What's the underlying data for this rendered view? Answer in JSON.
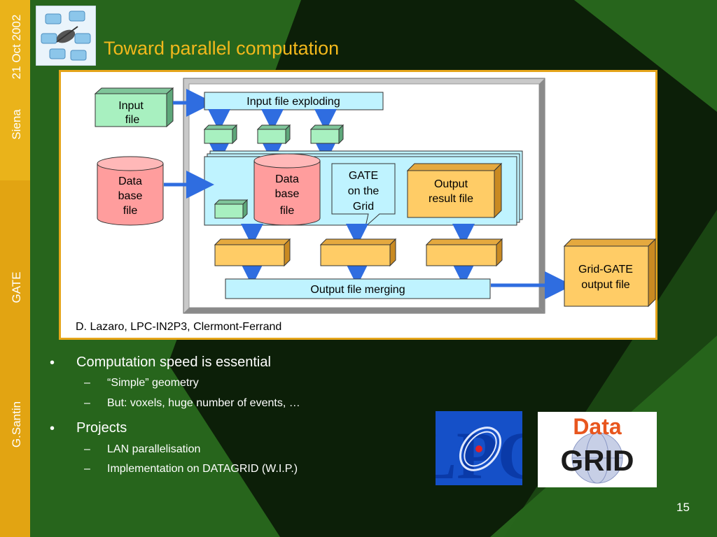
{
  "sidebar": {
    "date": "21 Oct  2002",
    "place": "Siena",
    "topic": "GATE",
    "author": "G.Santin"
  },
  "title": "Toward parallel computation",
  "diagram": {
    "input_file": [
      "Input",
      "file"
    ],
    "input_exploding": "Input file exploding",
    "database_left": [
      "Data",
      "base",
      "file"
    ],
    "database_center": [
      "Data",
      "base",
      "file"
    ],
    "gate_grid": [
      "GATE",
      "on the",
      "Grid"
    ],
    "output_result": [
      "Output",
      "result file"
    ],
    "output_merging": "Output file merging",
    "grid_gate_output": [
      "Grid-GATE",
      "output file"
    ],
    "credit": "D. Lazaro, LPC-IN2P3, Clermont-Ferrand"
  },
  "bullets": [
    {
      "text": "Computation speed is essential",
      "sub": [
        "“Simple” geometry",
        "But: voxels, huge number of events, …"
      ]
    },
    {
      "text": "Projects",
      "sub": [
        "LAN parallelisation",
        "Implementation on DATAGRID (W.I.P.)"
      ]
    }
  ],
  "logos": {
    "lpc": "LPC",
    "grid_top": "Data",
    "grid_bottom": "GRID"
  },
  "page_number": "15",
  "colors": {
    "background_green": "#27651c",
    "dark": "#0c1f08",
    "sidebar_gold": "#e2a412",
    "title_gold": "#f2b81c",
    "box_green": "#a8f0c0",
    "box_cyan": "#bff3ff",
    "box_orange": "#ffcc66",
    "db_pink": "#ff9d9d",
    "arrow_blue": "#2f6de0"
  }
}
